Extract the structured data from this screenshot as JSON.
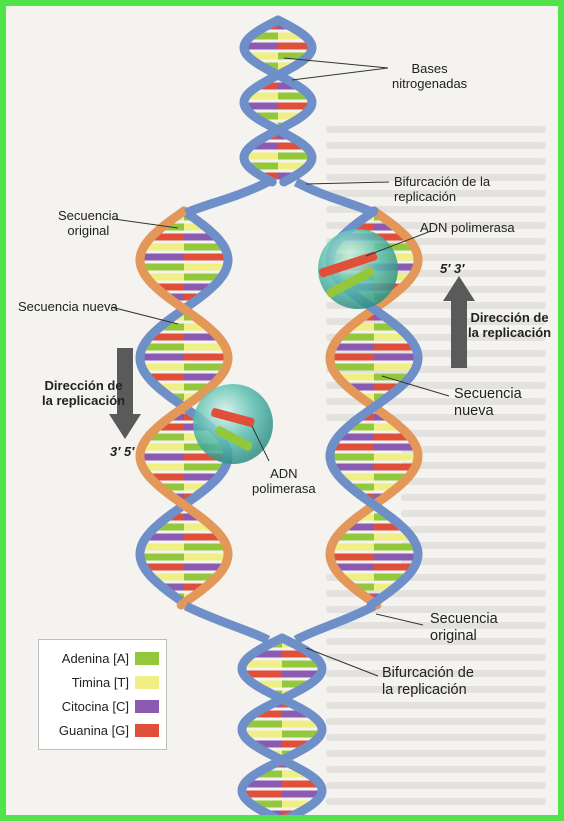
{
  "labels": {
    "bases": [
      "Bases",
      "nitrogenadas"
    ],
    "fork_top": [
      "Bifurcación de la",
      "replicación"
    ],
    "seq_original_left": [
      "Secuencia",
      "original"
    ],
    "polymerase_right": "ADN polimerasa",
    "orientation_right": "5′ 3′",
    "direction_right": [
      "Dirección de",
      "la replicación"
    ],
    "seq_new_left": "Secuencia nueva",
    "direction_left": [
      "Dirección de",
      "la replicación"
    ],
    "seq_new_right": [
      "Secuencia",
      "nueva"
    ],
    "orientation_left": "3′ 5′",
    "polymerase_left": [
      "ADN",
      "polimerasa"
    ],
    "seq_original_right": [
      "Secuencia",
      "original"
    ],
    "fork_bottom": [
      "Bifurcación de",
      "la replicación"
    ]
  },
  "legend": [
    {
      "name": "Adenina [A]",
      "color": "#94c83c"
    },
    {
      "name": "Timina [T]",
      "color": "#f0ef86"
    },
    {
      "name": "Citocina [C]",
      "color": "#8a5bb0"
    },
    {
      "name": "Guanina [G]",
      "color": "#e04f3a"
    }
  ],
  "colors": {
    "strand_original": "#6f8fc9",
    "strand_new": "#e3985a",
    "arrow": "#5a5a5a",
    "polymerase": "#4db9a8",
    "frame": "#52e34a"
  }
}
